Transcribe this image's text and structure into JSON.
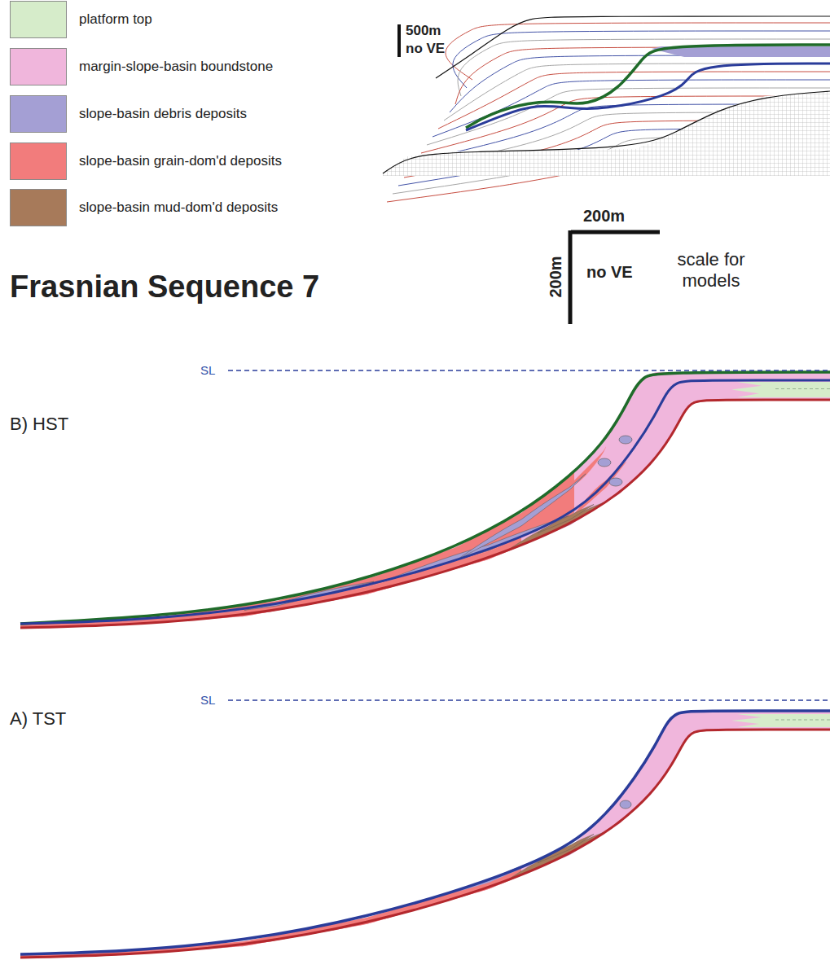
{
  "diagram": {
    "title": "Frasnian Sequence 7",
    "labels": [
      "500m",
      "no VE",
      "200m",
      "200m",
      "no VE",
      "scale for models",
      "SL",
      "B) HST",
      "SL",
      "A) TST"
    ],
    "legend": [
      {
        "text": "platform top",
        "color": "#d6ecca"
      },
      {
        "text": "margin-slope-basin boundstone",
        "color": "#f0b6dc"
      },
      {
        "text": "slope-basin debris deposits",
        "color": "#a49fd4"
      },
      {
        "text": "slope-basin grain-dom'd deposits",
        "color": "#f27c7c"
      },
      {
        "text": "slope-basin mud-dom'd deposits",
        "color": "#a77a5a"
      }
    ]
  }
}
